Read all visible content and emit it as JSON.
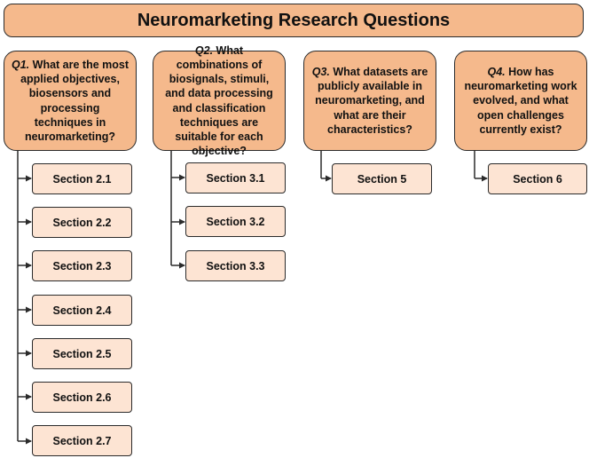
{
  "title": "Neuromarketing Research Questions",
  "questions": [
    {
      "id": "Q1.",
      "text": "What are the most applied objectives, biosensors and processing techniques in neuromarketing?",
      "sections": [
        "Section 2.1",
        "Section 2.2",
        "Section 2.3",
        "Section 2.4",
        "Section 2.5",
        "Section 2.6",
        "Section 2.7"
      ]
    },
    {
      "id": "Q2.",
      "text": "What combinations of biosignals, stimuli, and data processing and classification techniques are suitable for each objective?",
      "sections": [
        "Section 3.1",
        "Section 3.2",
        "Section 3.3"
      ]
    },
    {
      "id": "Q3.",
      "text": "What datasets are publicly available in neuromarketing, and what are their characteristics?",
      "sections": [
        "Section 5"
      ]
    },
    {
      "id": "Q4.",
      "text": "How has neuromarketing work evolved, and what open challenges currently exist?",
      "sections": [
        "Section 6"
      ]
    }
  ],
  "colors": {
    "question_fill": "#f5b98c",
    "section_fill": "#fde4d3",
    "stroke": "#2b2b2b"
  }
}
